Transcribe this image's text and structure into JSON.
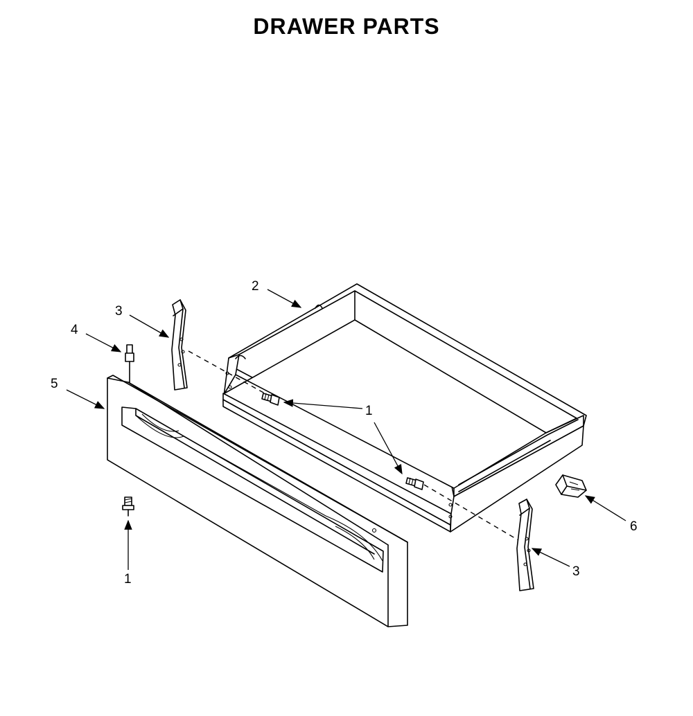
{
  "title": "DRAWER PARTS",
  "callouts": [
    {
      "key": "screw_front",
      "label": "1"
    },
    {
      "key": "screw_drawer",
      "label": "1"
    },
    {
      "key": "drawer_body",
      "label": "2"
    },
    {
      "key": "glide_left",
      "label": "3"
    },
    {
      "key": "glide_right",
      "label": "3"
    },
    {
      "key": "stud",
      "label": "4"
    },
    {
      "key": "drawer_front",
      "label": "5"
    },
    {
      "key": "clip",
      "label": "6"
    }
  ]
}
